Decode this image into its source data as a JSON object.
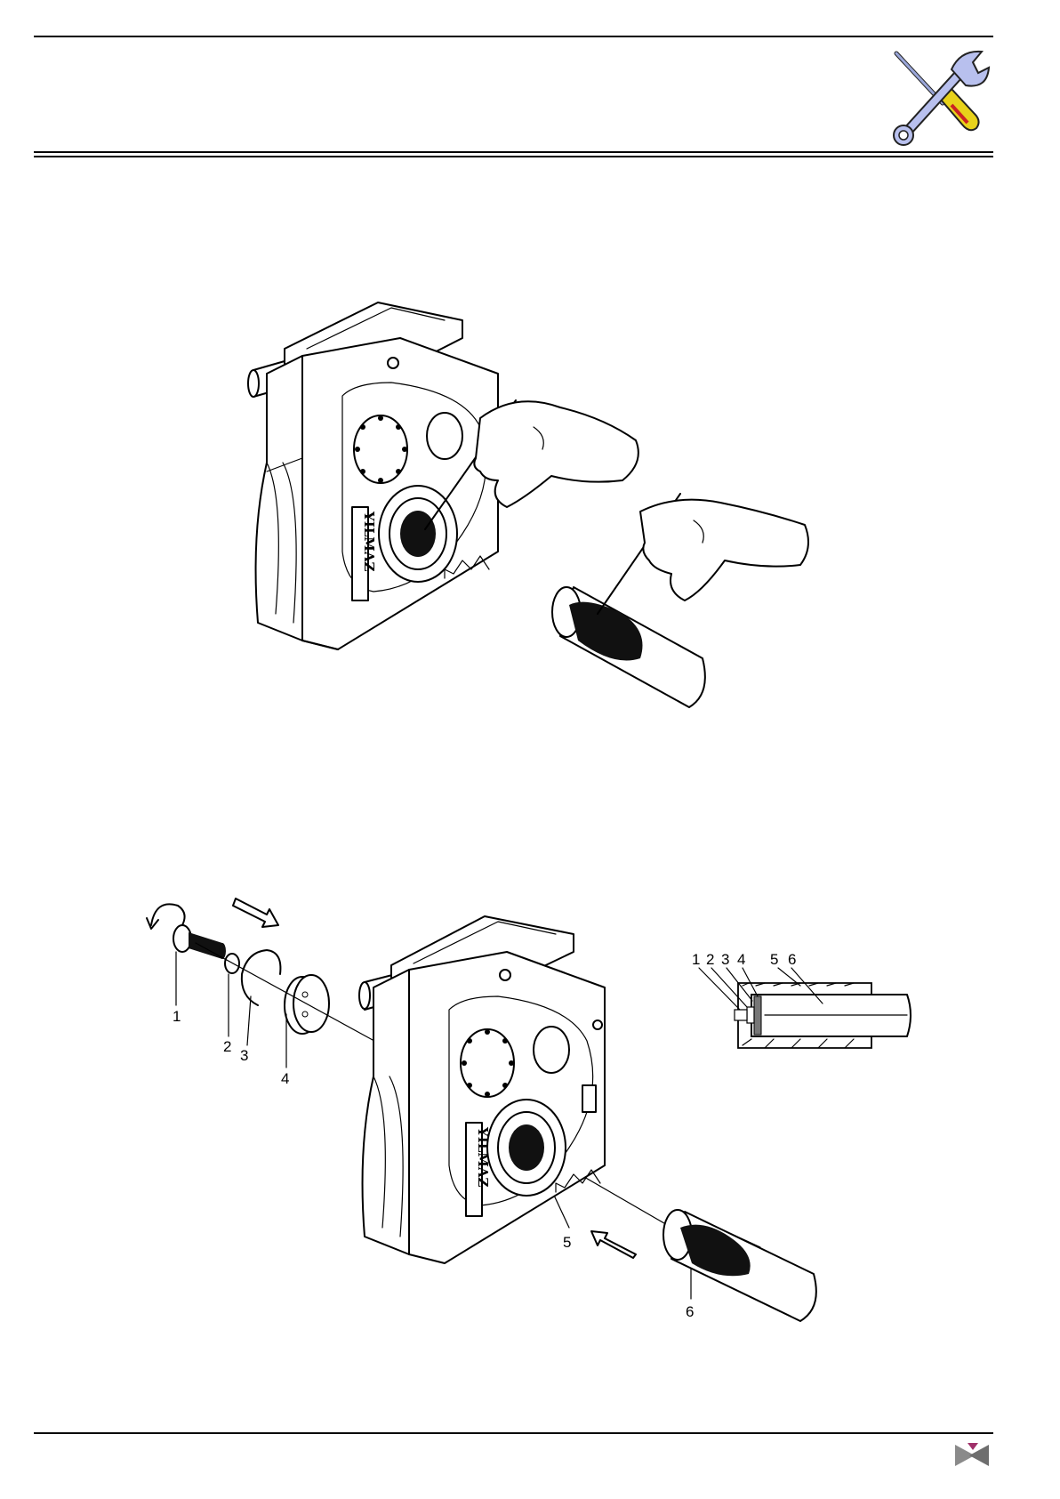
{
  "header": {
    "tools_icon": "wrench-screwdriver-icon"
  },
  "figure_top": {
    "brand_text": "YILMAZ"
  },
  "figure_bottom": {
    "brand_text": "YILMAZ",
    "labels": [
      "1",
      "2",
      "3",
      "4",
      "5",
      "6"
    ],
    "section_labels": [
      "1",
      "2",
      "3",
      "4",
      "5",
      "6"
    ]
  },
  "footer": {
    "logo": "yilmaz-logo-icon"
  }
}
